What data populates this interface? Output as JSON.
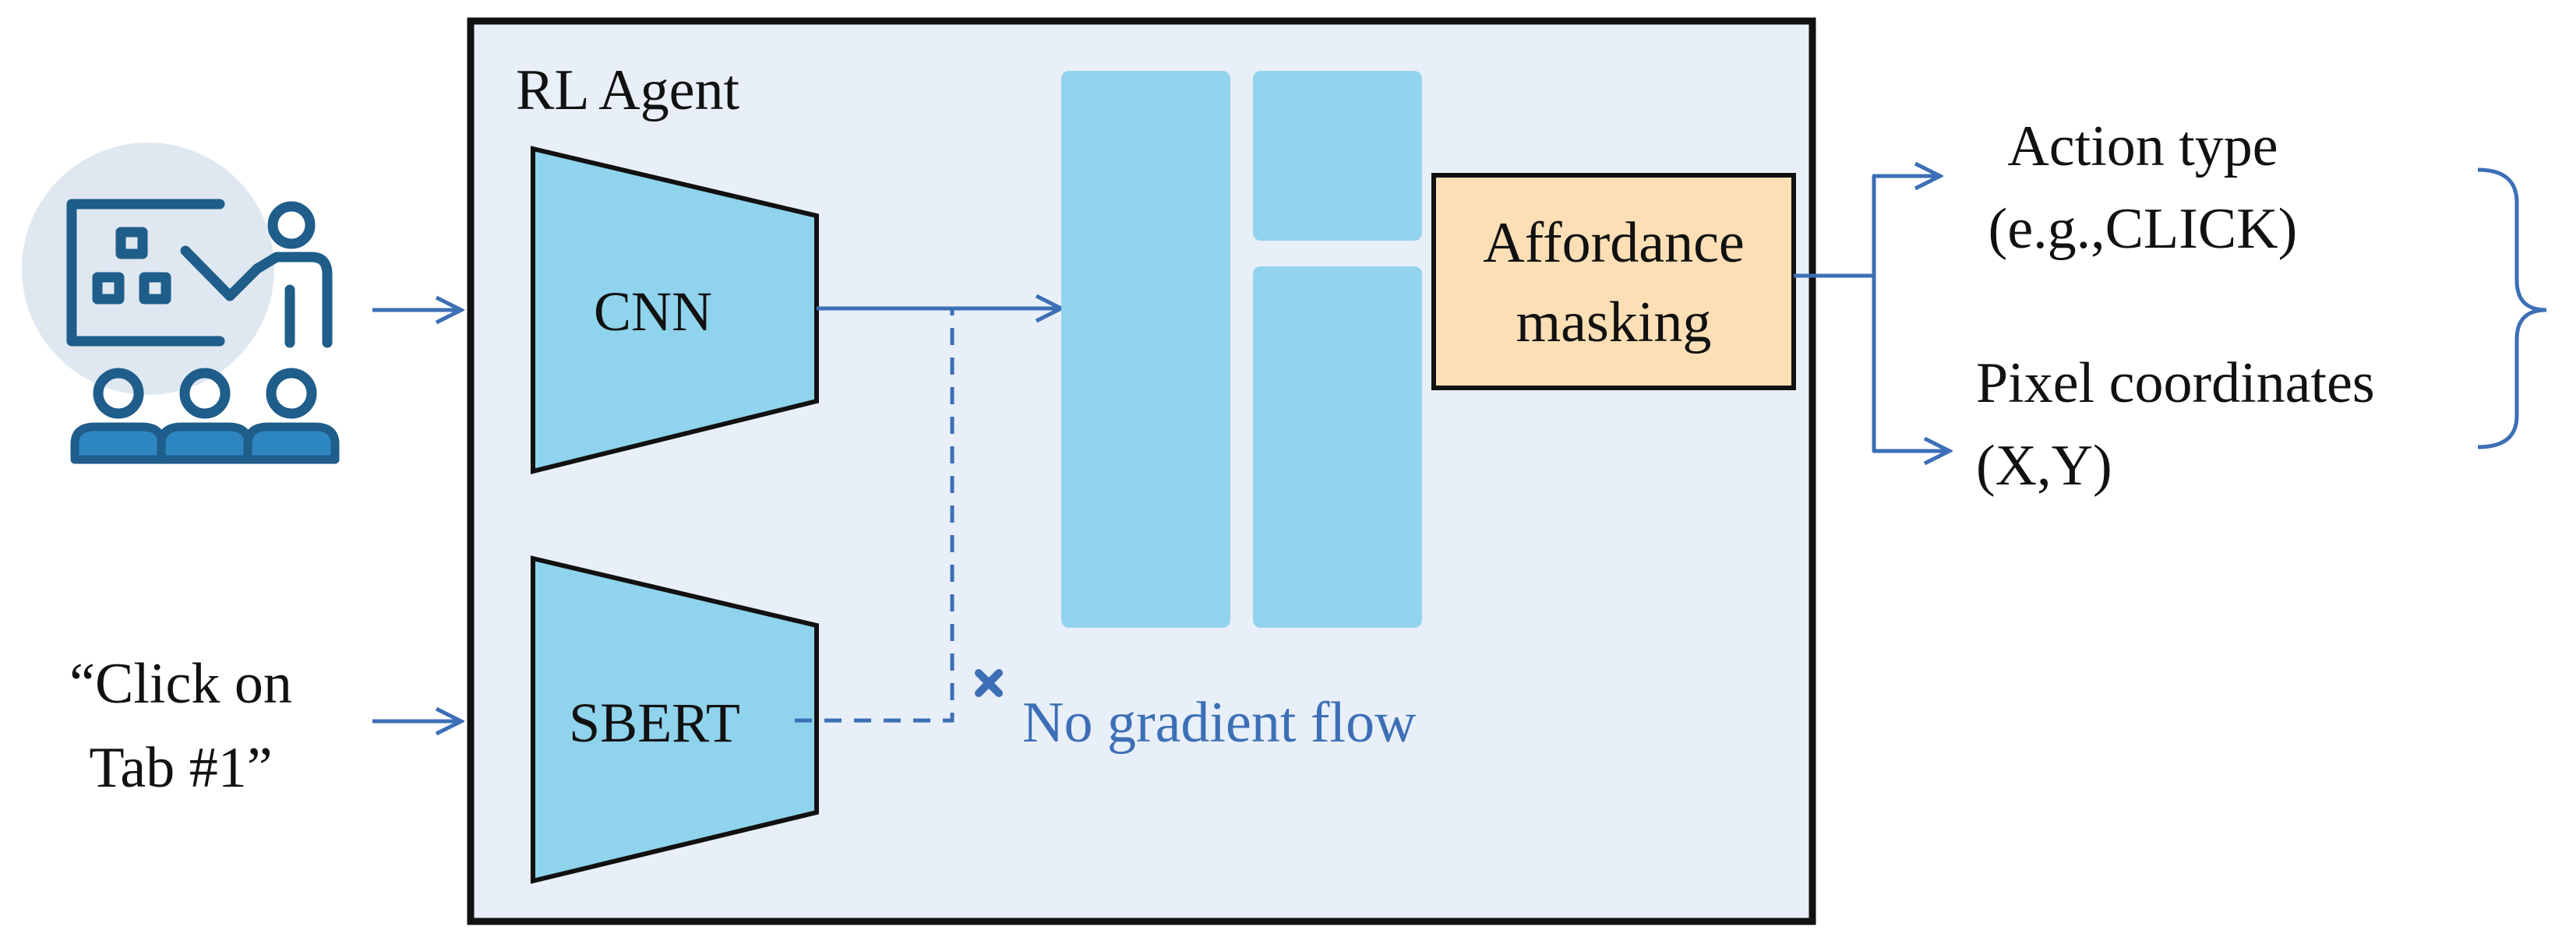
{
  "agent": {
    "title": "RL Agent",
    "encoder_image_label": "CNN",
    "encoder_text_label": "SBERT"
  },
  "affordance": {
    "line1": "Affordance",
    "line2": "masking"
  },
  "instruction": {
    "line1": "“Click on",
    "line2": "Tab #1”"
  },
  "gradient_note": "No gradient flow",
  "outputs": {
    "action_line1": "Action type",
    "action_line2": "(e.g.,CLICK)",
    "pixel_line1": "Pixel coordinates",
    "pixel_line2": "(X,Y)"
  },
  "colors": {
    "agent_fill": "#e8eff8",
    "encoder_fill": "#8fd3ec",
    "block_fill": "#92d3ee",
    "affordance_fill": "#fddfb5",
    "arrow": "#3c6fb6",
    "icon_dark": "#1f5d8a",
    "icon_bg": "#dfe8f1"
  },
  "icons": [
    "presentation-teacher-icon",
    "no-gradient-x-icon"
  ]
}
